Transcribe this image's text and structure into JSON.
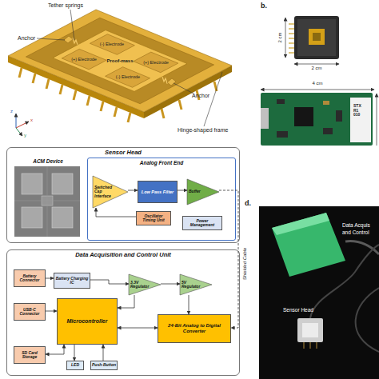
{
  "diagram": {
    "nodes": [
      {
        "text": [
          "Sensor Head"
        ]
      },
      {
        "text": [
          "ACM Device"
        ],
        "in": 0
      },
      {
        "text": [
          "Analog Front End"
        ],
        "in": 0
      },
      {
        "text": [
          "Switched Cap Interface"
        ],
        "in": 2
      },
      {
        "text": [
          "Low Pass Filter"
        ],
        "in": 2
      },
      {
        "text": [
          "Buffer"
        ],
        "in": 2
      },
      {
        "text": [
          "Oscillator Timing Unit"
        ],
        "in": 2
      },
      {
        "text": [
          "Power Management"
        ],
        "in": 2
      },
      {
        "text": [
          "Data Acquisition and Control Unit"
        ]
      },
      {
        "text": [
          "Battery Connector"
        ],
        "in": 8
      },
      {
        "text": [
          "Battery Charging IC"
        ],
        "in": 8
      },
      {
        "text": [
          "USB-C Connector"
        ],
        "in": 8
      },
      {
        "text": [
          "Microcontroller"
        ],
        "in": 8
      },
      {
        "text": [
          "SD Card Storage"
        ],
        "in": 8
      },
      {
        "text": [
          "3.3V Regulator"
        ],
        "in": 8
      },
      {
        "text": [
          "5V Regulator"
        ],
        "in": 8
      },
      {
        "text": [
          "24-Bit Analog to Digital Converter"
        ],
        "in": 8
      },
      {
        "text": [
          "LED"
        ],
        "in": 8
      },
      {
        "text": [
          "Push-Button"
        ],
        "in": 8
      }
    ],
    "edges": [
      {
        "from": 5,
        "to": 16,
        "arrow": "to",
        "label": "Shielded Cable"
      },
      {
        "from": 3,
        "to": 4,
        "arrow": "to"
      },
      {
        "from": 4,
        "to": 5,
        "arrow": "to"
      },
      {
        "from": 6,
        "to": 3,
        "arrow": "to"
      },
      {
        "from": 9,
        "to": 10,
        "arrow": "to"
      },
      {
        "from": 11,
        "to": 12,
        "arrow": "to"
      },
      {
        "from": 12,
        "to": 13,
        "arrow": "both"
      },
      {
        "from": 10,
        "to": 14,
        "arrow": "to"
      },
      {
        "from": 14,
        "to": 15,
        "arrow": "to"
      },
      {
        "from": 14,
        "to": 12,
        "arrow": "to"
      },
      {
        "from": 15,
        "to": 16,
        "arrow": "to"
      },
      {
        "from": 12,
        "to": 16,
        "arrow": "both"
      },
      {
        "from": 12,
        "to": 17,
        "arrow": "to"
      },
      {
        "from": 18,
        "to": 12,
        "arrow": "to"
      }
    ],
    "labels": [
      "Tether springs",
      "Anchor",
      "(-) Electrode",
      "(+) Electrode",
      "Proof-mass",
      "(+) Electrode",
      "(-) Electrode",
      "Anchor",
      "Hinge-shaped frame",
      "z",
      "x",
      "y",
      "b.",
      "2 cm",
      "2 cm",
      "4 cm",
      "STX R1 010",
      "d.",
      "Data Acquis",
      "and Control",
      "Sensor Head"
    ]
  }
}
